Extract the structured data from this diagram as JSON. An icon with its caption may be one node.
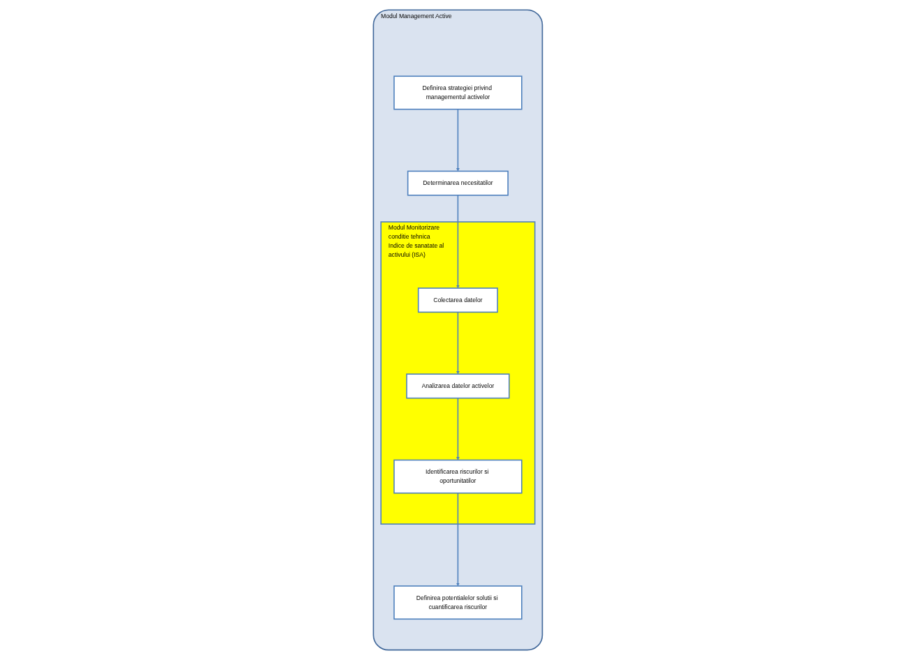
{
  "diagram": {
    "nodes": [
      {
        "text": [
          "Modul Management Active"
        ]
      },
      {
        "text": [
          "Definirea strategiei privind managementul activelor"
        ],
        "in": 0
      },
      {
        "text": [
          "Determinarea necesitatilor"
        ],
        "in": 0
      },
      {
        "text": [
          "Modul Monitorizare conditie tehnica",
          "Indice de sanatate al activului (ISA)"
        ],
        "in": 0
      },
      {
        "text": [
          "Colectarea datelor"
        ],
        "in": 3
      },
      {
        "text": [
          "Analizarea datelor activelor"
        ],
        "in": 3
      },
      {
        "text": [
          "Identificarea riscurilor si oportunitatilor"
        ],
        "in": 3
      },
      {
        "text": [
          "Definirea potentialelor solutii si cuantificarea riscurilor"
        ],
        "in": 0
      }
    ],
    "edges": [
      {
        "from": 1,
        "to": 2,
        "arrow": "to"
      },
      {
        "from": 2,
        "to": 4,
        "arrow": "to"
      },
      {
        "from": 4,
        "to": 5,
        "arrow": "to"
      },
      {
        "from": 5,
        "to": 6,
        "arrow": "to"
      },
      {
        "from": 6,
        "to": 7,
        "arrow": "to"
      }
    ]
  }
}
